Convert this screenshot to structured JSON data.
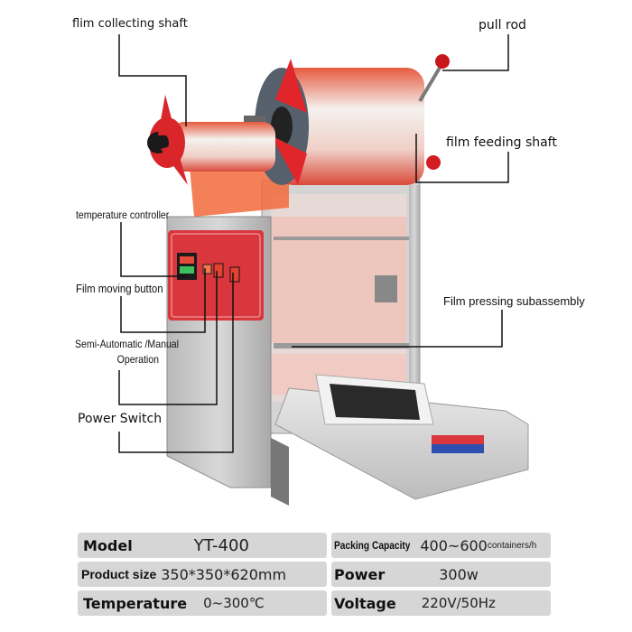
{
  "image": {
    "subject": "tray sealing machine with film rolls",
    "colors": {
      "background": "#ffffff",
      "steel": "#c9c9c9",
      "red_panel": "#d9363e",
      "film_red": "#e8533f",
      "leader_line": "#111111",
      "spec_row_bg": "#d6d6d6"
    }
  },
  "callouts": {
    "film_collecting_shaft": "flim collecting shaft",
    "pull_rod": "pull rod",
    "film_feeding_shaft": "film feeding shaft",
    "temperature_controller": "temperature controller",
    "film_moving_button": "Film moving button",
    "semi_auto_manual_line1": "Semi-Automatic /Manual",
    "semi_auto_manual_line2": "Operation",
    "film_pressing_subassembly": "Film pressing subassembly",
    "power_switch": "Power Switch"
  },
  "specs": [
    {
      "key": "Model",
      "value": "YT-400"
    },
    {
      "key": "Packing Capacity",
      "value": "400~600",
      "unit": "containers/h"
    },
    {
      "key": "Product size",
      "value": "350*350*620mm"
    },
    {
      "key": "Power",
      "value": "300w"
    },
    {
      "key": "Temperature",
      "value": "0~300℃"
    },
    {
      "key": "Voltage",
      "value": "220V/50Hz"
    }
  ]
}
